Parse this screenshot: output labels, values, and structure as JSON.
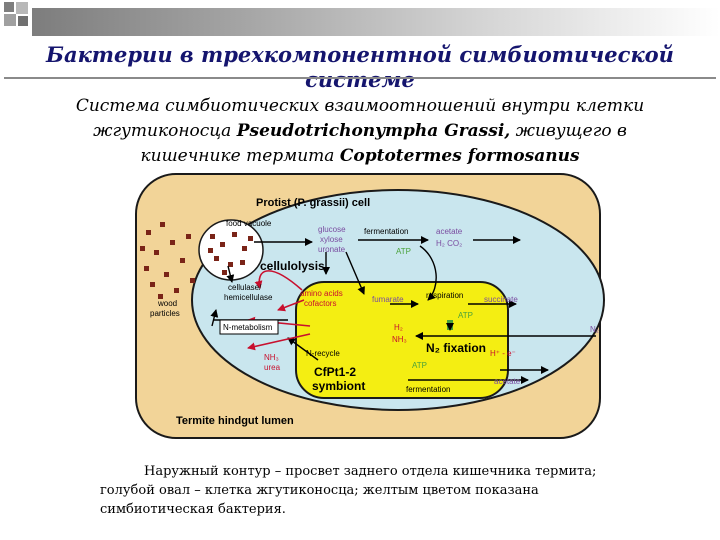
{
  "slide": {
    "title": "Бактерии в трехкомпонентной симбиотической системе",
    "subtitle_line1": "Система симбиотических взаимоотношений внутри клетки",
    "subtitle_line2_prefix": "жгутиконосца",
    "subtitle_line2_species": "Pseudotrichonympha Grassi,",
    "subtitle_line2_suffix": "живущего в",
    "subtitle_line3_prefix": "кишечнике  термита",
    "subtitle_line3_species": "Coptotermes formosanus",
    "caption_line1": "Наружный контур – просвет заднего отдела кишечника термита;",
    "caption_line2": "голубой овал – клетка жгутиконосца; желтым цветом показана",
    "caption_line3": "симбиотическая бактерия."
  },
  "diagram": {
    "protist_cell": "Protist (P. grassii) cell",
    "food_vacuole": "food vacuole",
    "cellulolysis": "cellulolysis",
    "cellulase": "cellulase/",
    "hemicellulase": "hemicellulase",
    "wood_particles_1": "wood",
    "wood_particles_2": "particles",
    "sugars": [
      "glucose",
      "xylose",
      "uronate"
    ],
    "fermentation_top": "fermentation",
    "acetate_top": "acetate",
    "h2_co2": "H₂  CO₂",
    "atp_top": "ATP",
    "n_metabolism": "N-metabolism",
    "amino_acids_1": "amino acids",
    "amino_acids_2": "cofactors",
    "fumarate": "fumarate",
    "respiration": "respiration",
    "succinate": "succinate",
    "atp_mid": "ATP",
    "h2": "H₂",
    "nh3_symbiont": "NH₃",
    "n2": "N₂",
    "n2_fixation": "N₂ fixation",
    "h_plus": "H⁺ - e⁻",
    "n_recycle": "N-recycle",
    "nh3_left": "NH₃",
    "urea": "urea",
    "atp_low": "ATP",
    "symbiont_1": "CfPt1-2",
    "symbiont_2": "symbiont",
    "acetate_low": "acetate",
    "fermentation_low": "fermentation",
    "lumen": "Termite hindgut lumen"
  },
  "colors": {
    "title": "#15156e",
    "lumen_fill": "#f2d498",
    "protist_fill": "#c9e6ee",
    "symbiont_fill": "#f4ee12",
    "arrow_red": "#c8102e",
    "label_purple": "#7a4ca0",
    "label_red": "#c8102e"
  }
}
